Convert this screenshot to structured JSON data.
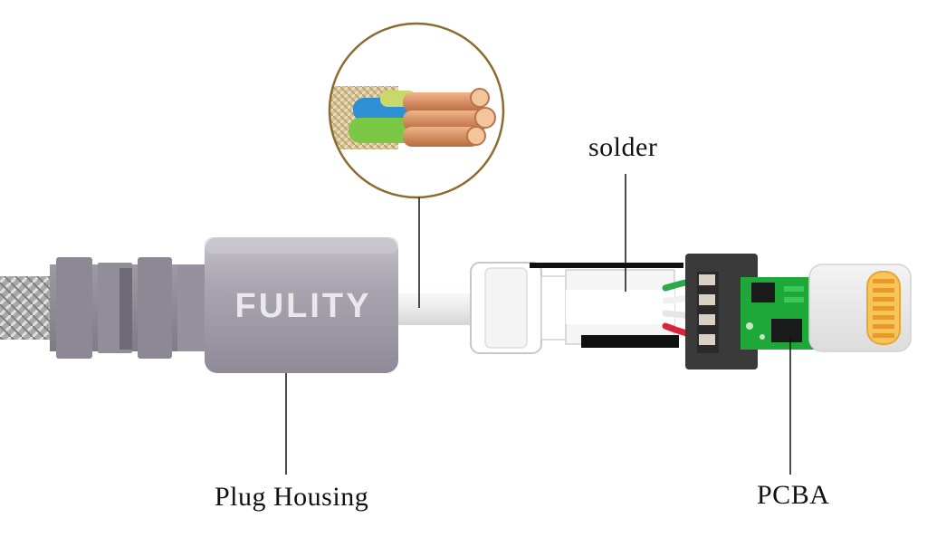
{
  "brand": {
    "logo_text": "FULITY"
  },
  "callouts": {
    "solder": "solder",
    "plug_housing": "Plug Housing",
    "pcba": "PCBA"
  },
  "colors": {
    "housing": "#a6a2ad",
    "braid": "#b8b8b8",
    "zoom_ring": "#8a6d2e",
    "pcb_green": "#1fa83a",
    "lightning_pins": "#f2b648",
    "wire_blue": "#2f8fd4",
    "wire_green": "#7ac843",
    "copper": "#d88a5a"
  }
}
